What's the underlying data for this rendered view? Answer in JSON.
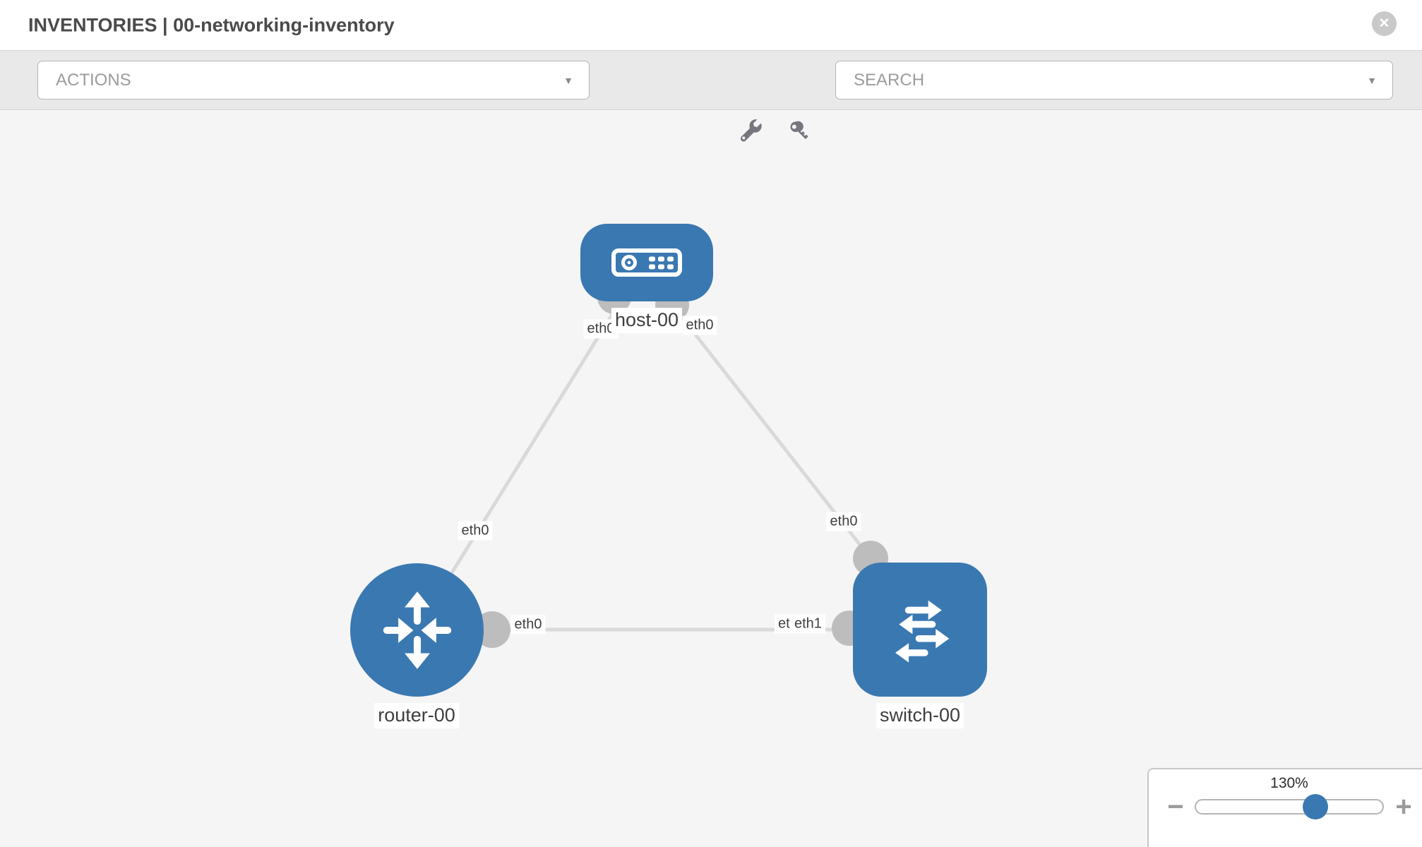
{
  "window": {
    "title": "INVENTORIES | 00-networking-inventory"
  },
  "toolbar": {
    "actions_label": "ACTIONS",
    "search_placeholder": "SEARCH"
  },
  "icons": {
    "close": "✕",
    "caret": "▼",
    "minus": "−",
    "plus": "+"
  },
  "topology": {
    "nodes": [
      {
        "id": "host-00",
        "type": "host",
        "label": "host-00"
      },
      {
        "id": "router-00",
        "type": "router",
        "label": "router-00"
      },
      {
        "id": "switch-00",
        "type": "switch",
        "label": "switch-00"
      }
    ],
    "links": [
      {
        "from": "host-00",
        "to": "router-00"
      },
      {
        "from": "host-00",
        "to": "switch-00"
      },
      {
        "from": "router-00",
        "to": "switch-00"
      }
    ],
    "interfaces": {
      "host_left": "eth0",
      "host_right": "eth0",
      "router_uplink": "eth0",
      "router_port": "eth0",
      "switch_top": "eth0",
      "switch_left_back": "eth0",
      "switch_left_front": "eth1"
    }
  },
  "zoom_control": {
    "value": "130%",
    "percent": 130
  },
  "colors": {
    "node_blue": "#3a78b1",
    "link_gray": "#d9d9d9",
    "port_gray": "#bdbdbd",
    "canvas_bg": "#f5f5f5",
    "toolbar_bg": "#e9e9e9"
  }
}
